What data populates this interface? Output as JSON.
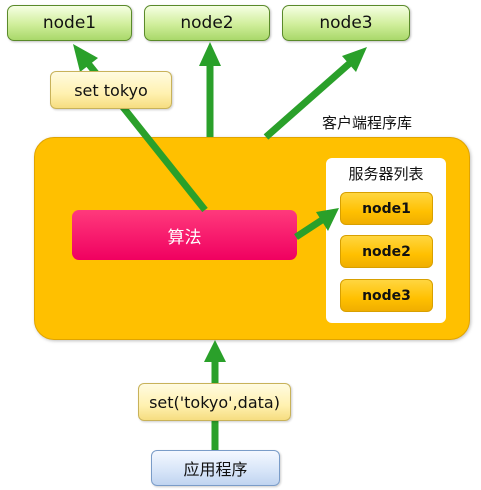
{
  "top_nodes": [
    "node1",
    "node2",
    "node3"
  ],
  "set_label": "set tokyo",
  "client_library_label": "客户端程序库",
  "algorithm_label": "算法",
  "server_list": {
    "title": "服务器列表",
    "nodes": [
      "node1",
      "node2",
      "node3"
    ]
  },
  "call_label": "set('tokyo',data)",
  "app_label": "应用程序",
  "colors": {
    "arrow": "#2aa02a",
    "client_fill": "#ffc000",
    "algorithm_fill": "#f8005f",
    "top_node_fill": "#cfee9a",
    "app_fill": "#d6e4f8"
  }
}
